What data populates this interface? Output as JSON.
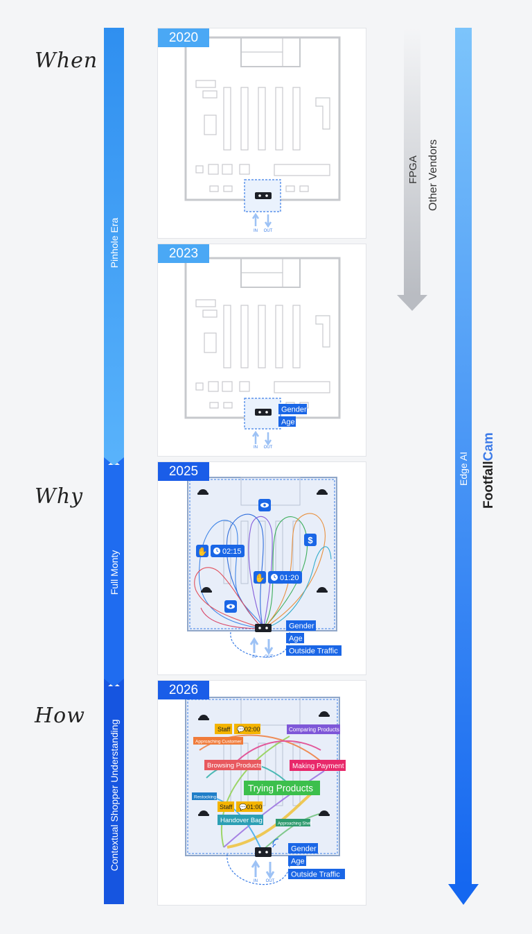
{
  "phases": {
    "when": "When",
    "why": "Why",
    "how": "How"
  },
  "eras": {
    "pinhole": "Pinhole Era",
    "full_monty": "Full Monty",
    "contextual": "Contextual Shopper Understanding"
  },
  "years": [
    "2020",
    "2023",
    "2025",
    "2026"
  ],
  "flow": {
    "in": "IN",
    "out": "OUT"
  },
  "attributes": {
    "gender": "Gender",
    "age": "Age",
    "outside_traffic": "Outside Traffic"
  },
  "p2025": {
    "time_1": "02:15",
    "time_2": "01:20"
  },
  "p2026": {
    "staff": "Staff",
    "time_1": "02:00",
    "time_2": "01:00",
    "comparing": "Comparing Products",
    "approaching_customer": "Approaching Customer",
    "browsing": "Browsing Products",
    "making_payment": "Making Payment",
    "trying": "Trying Products",
    "restocking": "Restocking",
    "handover": "Handover Bag",
    "approaching_shelf": "Approaching Shelf"
  },
  "right": {
    "fpga": "FPGA",
    "other_vendors": "Other Vendors",
    "edge_ai": "Edge AI",
    "brand_a": "Footfall",
    "brand_b": "Cam"
  },
  "colors": {
    "blue_light": "#4aa8f5",
    "blue_dark": "#1a5de8",
    "tag_blue": "#1a66e6",
    "brand_blue": "#3d7be8"
  }
}
